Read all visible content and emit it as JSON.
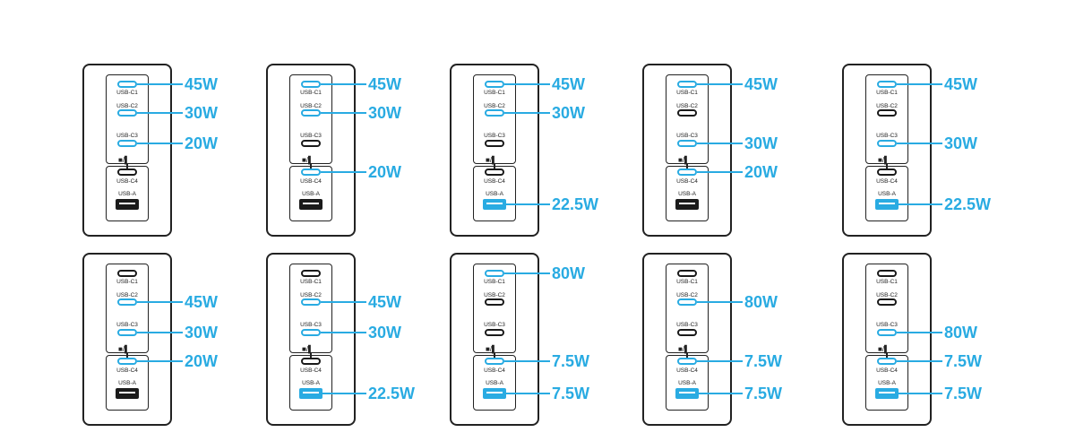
{
  "colors": {
    "accent": "#29abe2",
    "outline": "#222222",
    "port_inactive": "#1a1a1a"
  },
  "port_labels": [
    "USB-C1",
    "USB-C2",
    "USB-C3",
    "USB-C4",
    "USB-A"
  ],
  "configurations": [
    {
      "ports": {
        "c1": "45W",
        "c2": "30W",
        "c3": "20W",
        "c4": null,
        "a": null
      }
    },
    {
      "ports": {
        "c1": "45W",
        "c2": "30W",
        "c3": null,
        "c4": "20W",
        "a": null
      }
    },
    {
      "ports": {
        "c1": "45W",
        "c2": "30W",
        "c3": null,
        "c4": null,
        "a": "22.5W"
      }
    },
    {
      "ports": {
        "c1": "45W",
        "c2": null,
        "c3": "30W",
        "c4": "20W",
        "a": null
      }
    },
    {
      "ports": {
        "c1": "45W",
        "c2": null,
        "c3": "30W",
        "c4": null,
        "a": "22.5W"
      }
    },
    {
      "ports": {
        "c1": null,
        "c2": "45W",
        "c3": "30W",
        "c4": "20W",
        "a": null
      }
    },
    {
      "ports": {
        "c1": null,
        "c2": "45W",
        "c3": "30W",
        "c4": null,
        "a": "22.5W"
      }
    },
    {
      "ports": {
        "c1": "80W",
        "c2": null,
        "c3": null,
        "c4": "7.5W",
        "a": "7.5W"
      }
    },
    {
      "ports": {
        "c1": null,
        "c2": "80W",
        "c3": null,
        "c4": "7.5W",
        "a": "7.5W"
      }
    },
    {
      "ports": {
        "c1": null,
        "c2": null,
        "c3": "80W",
        "c4": "7.5W",
        "a": "7.5W"
      }
    }
  ]
}
